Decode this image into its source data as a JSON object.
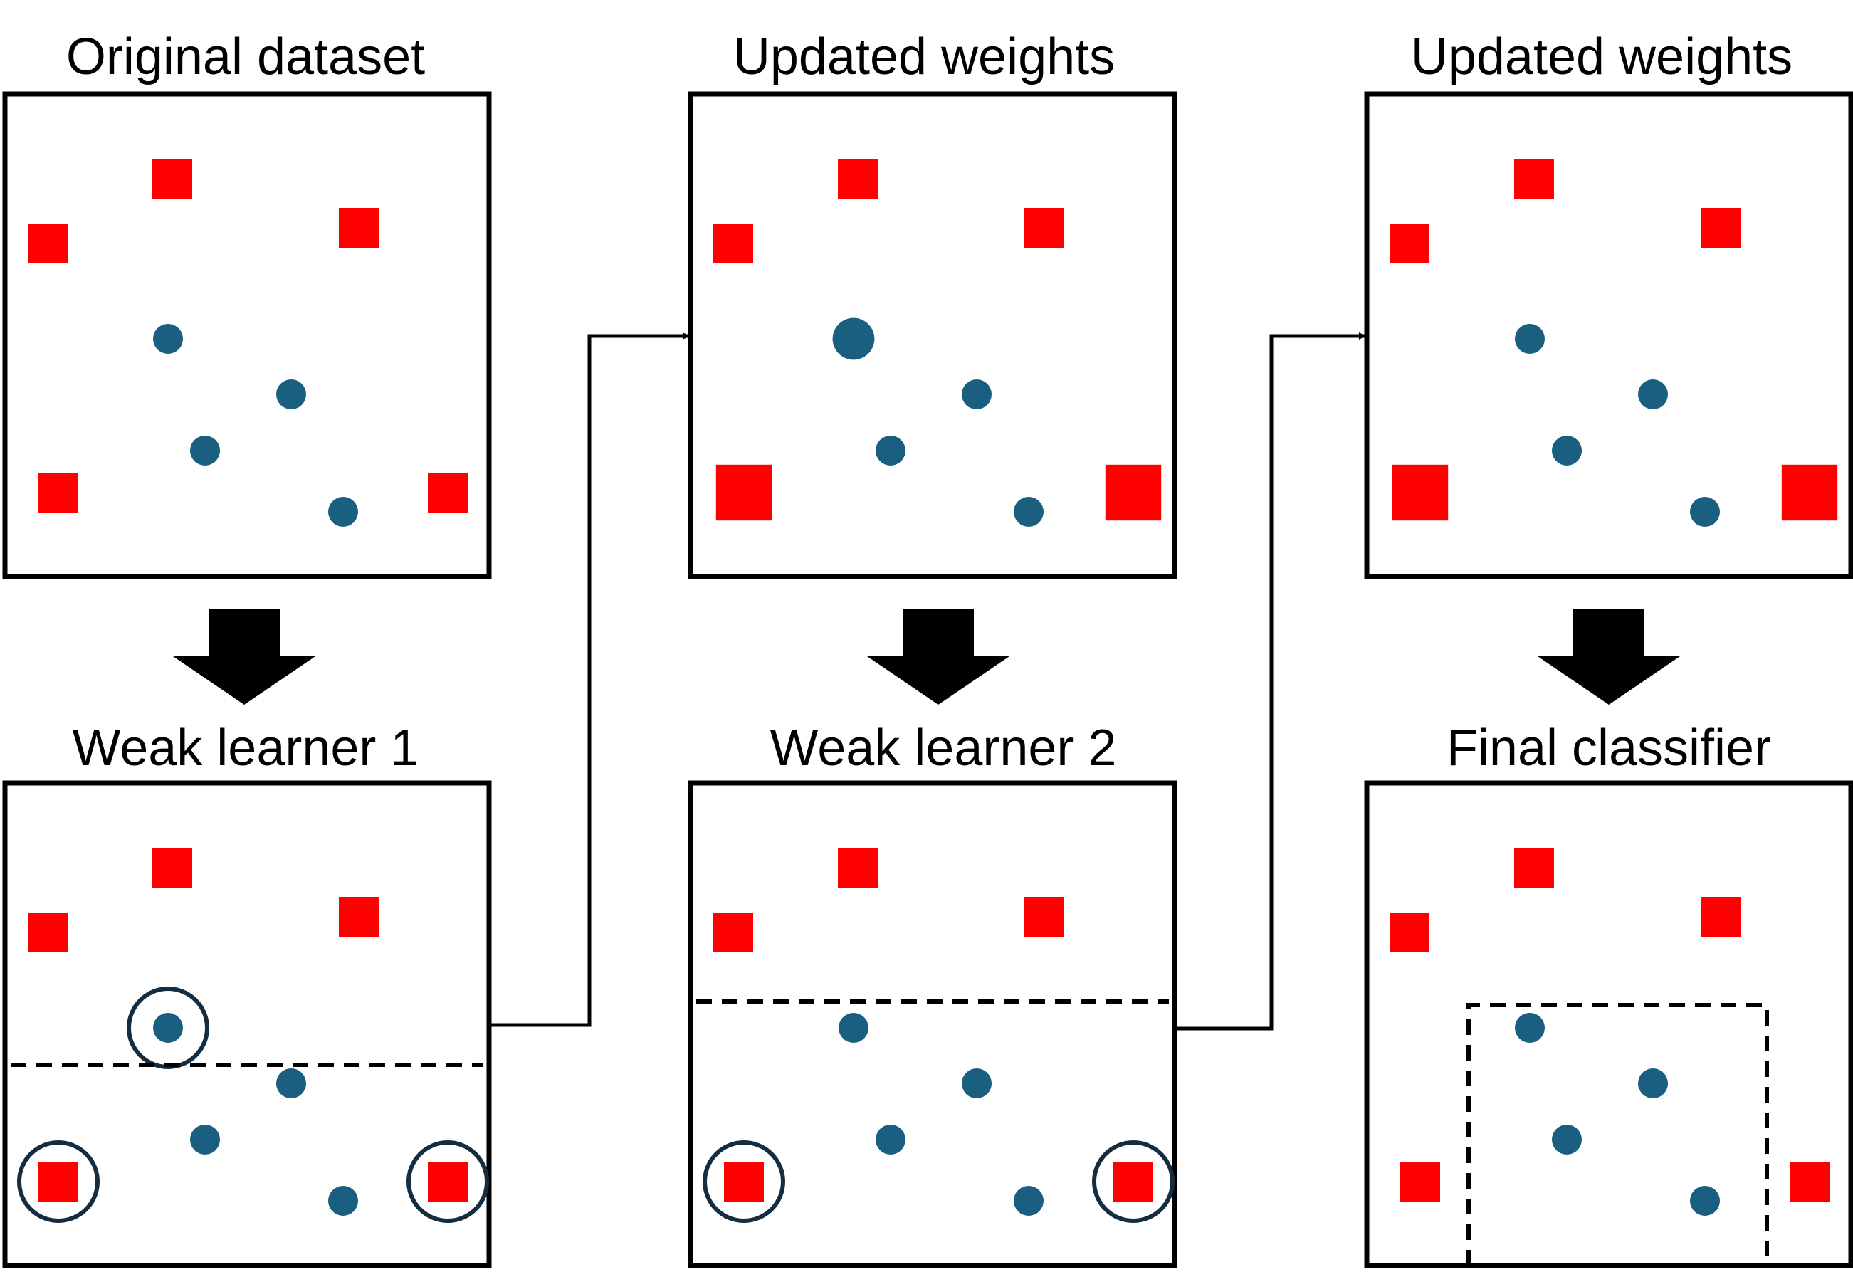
{
  "colors": {
    "square": "#ff0000",
    "circle": "#1a5f80",
    "frame": "#000000",
    "ring": "#142d40",
    "background": "#ffffff"
  },
  "panels": [
    {
      "id": "original-dataset",
      "title": "Original dataset",
      "separator": "none",
      "weights": {
        "circle_top_left": 1,
        "square_bottom_left": 1,
        "square_bottom_right": 1
      },
      "misclassified": []
    },
    {
      "id": "weak-learner-1",
      "title": "Weak learner 1",
      "separator": "horizontal-line-lower",
      "weights": {
        "circle_top_left": 1,
        "square_bottom_left": 1,
        "square_bottom_right": 1
      },
      "misclassified": [
        "circle_top_left",
        "square_bottom_left",
        "square_bottom_right"
      ]
    },
    {
      "id": "updated-weights-1",
      "title": "Updated weights",
      "separator": "none",
      "weights": {
        "circle_top_left": 1.4,
        "square_bottom_left": 1.4,
        "square_bottom_right": 1.4
      },
      "misclassified": []
    },
    {
      "id": "weak-learner-2",
      "title": "Weak learner 2",
      "separator": "horizontal-line-upper",
      "weights": {
        "circle_top_left": 1,
        "square_bottom_left": 1,
        "square_bottom_right": 1
      },
      "misclassified": [
        "square_bottom_left",
        "square_bottom_right"
      ]
    },
    {
      "id": "updated-weights-2",
      "title": "Updated weights",
      "separator": "none",
      "weights": {
        "circle_top_left": 1,
        "square_bottom_left": 1.4,
        "square_bottom_right": 1.4
      },
      "misclassified": []
    },
    {
      "id": "final-classifier",
      "title": "Final classifier",
      "separator": "dashed-box",
      "weights": {
        "circle_top_left": 1,
        "square_bottom_left": 1,
        "square_bottom_right": 1
      },
      "misclassified": []
    }
  ],
  "flow": [
    {
      "from": "original-dataset",
      "to": "weak-learner-1",
      "arrow": "block-down-arrow"
    },
    {
      "from": "weak-learner-1",
      "to": "updated-weights-1",
      "arrow": "connector-arrow"
    },
    {
      "from": "updated-weights-1",
      "to": "weak-learner-2",
      "arrow": "block-down-arrow"
    },
    {
      "from": "weak-learner-2",
      "to": "updated-weights-2",
      "arrow": "connector-arrow"
    },
    {
      "from": "updated-weights-2",
      "to": "final-classifier",
      "arrow": "block-down-arrow"
    }
  ]
}
